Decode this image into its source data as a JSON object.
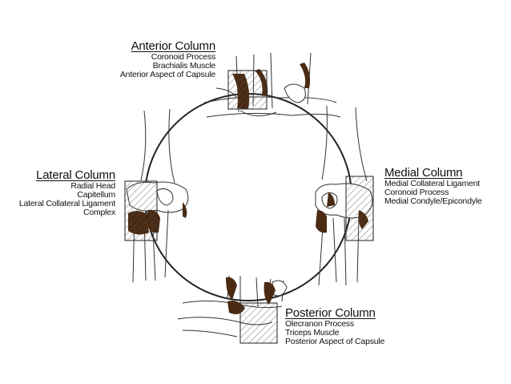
{
  "colors": {
    "ink": "#222222",
    "bone_fill": "#ffffff",
    "dark_region": "#4a2a12",
    "hatch": "#555555"
  },
  "columns": {
    "anterior": {
      "title": "Anterior Column",
      "items": [
        "Coronoid Process",
        "Brachialis Muscle",
        "Anterior Aspect of Capsule"
      ]
    },
    "lateral": {
      "title": "Lateral Column",
      "items": [
        "Radial Head",
        "Capitellum",
        "Lateral Collateral Ligament",
        "Complex"
      ]
    },
    "medial": {
      "title": "Medial Column",
      "items": [
        "Medial Collateral Ligament",
        "Coronoid Process",
        "Medial Condyle/Epicondyle"
      ]
    },
    "posterior": {
      "title": "Posterior Column",
      "items": [
        "Olecranon Process",
        "Triceps Muscle",
        "Posterior Aspect of Capsule"
      ]
    }
  }
}
